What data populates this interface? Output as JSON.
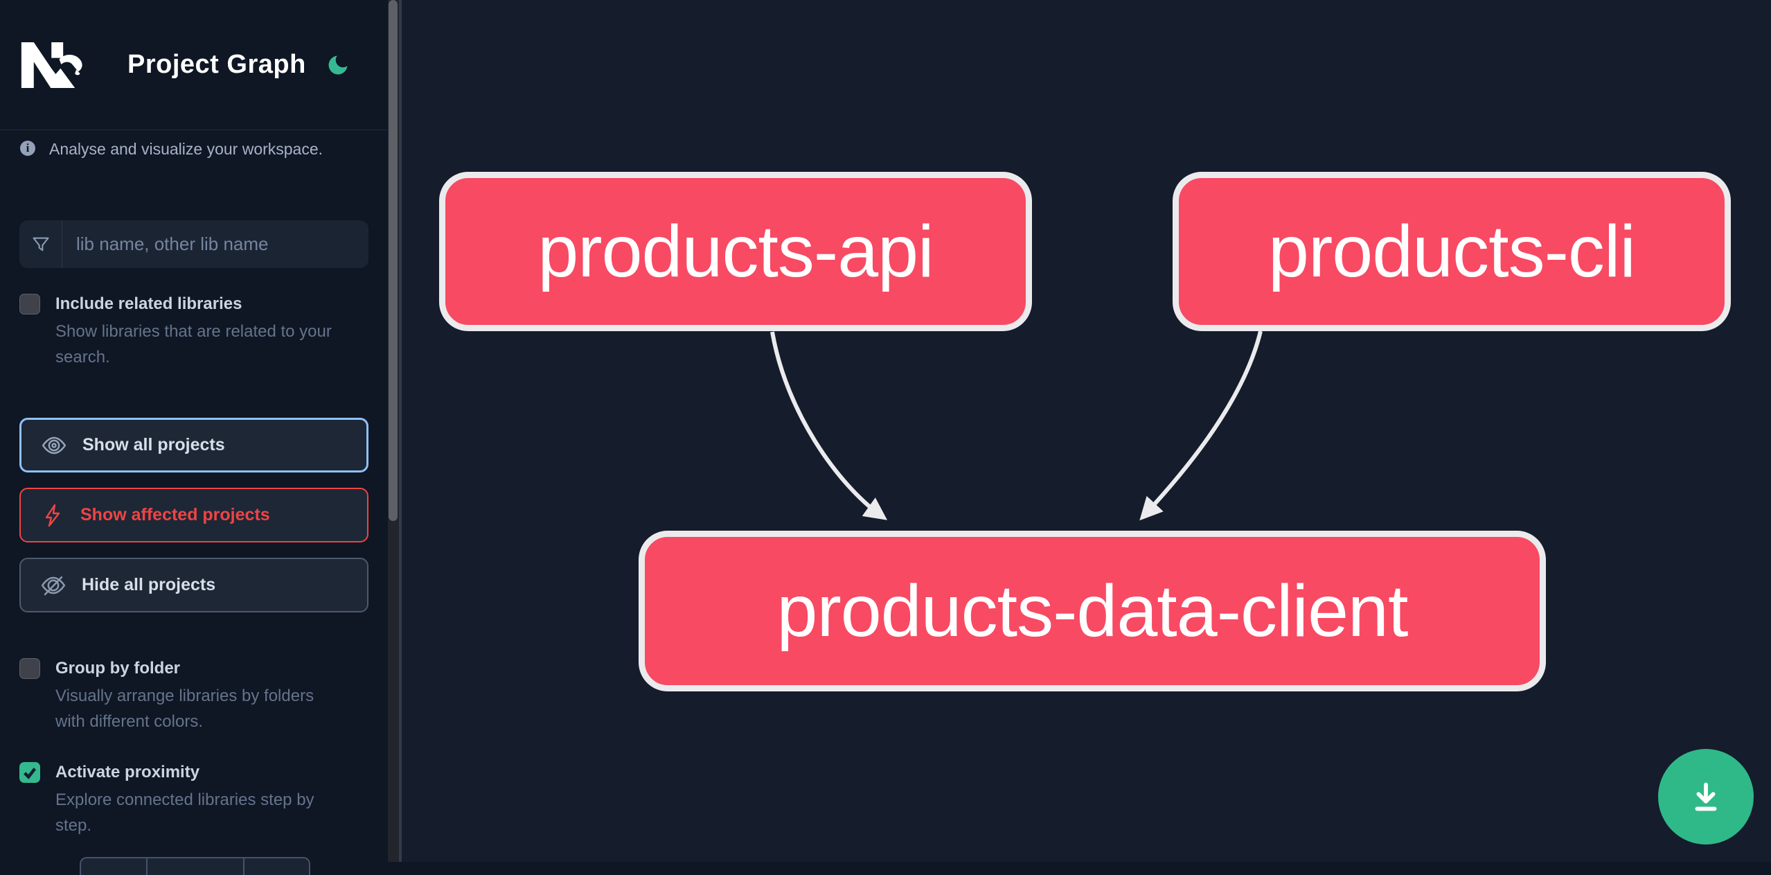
{
  "header": {
    "title": "Project Graph",
    "logo_icon": "nx-logo",
    "theme_icon": "moon-icon"
  },
  "sidebar": {
    "info": {
      "icon": "info-icon",
      "text": "Analyse and visualize your workspace."
    },
    "search": {
      "icon": "filter-icon",
      "placeholder": "lib name, other lib name",
      "value": ""
    },
    "toggles": [
      {
        "label": "Include related libraries",
        "description": "Show libraries that are related to your search.",
        "checked": false
      },
      {
        "label": "Group by folder",
        "description": "Visually arrange libraries by folders with different colors.",
        "checked": false
      },
      {
        "label": "Activate proximity",
        "description": "Explore connected libraries step by step.",
        "checked": true
      }
    ],
    "buttons": [
      {
        "label": "Show all projects",
        "icon": "eye-icon",
        "variant": "blue"
      },
      {
        "label": "Show affected projects",
        "icon": "bolt-icon",
        "variant": "red"
      },
      {
        "label": "Hide all projects",
        "icon": "eye-off-icon",
        "variant": "gray"
      }
    ]
  },
  "graph": {
    "nodes": [
      {
        "label": "products-api"
      },
      {
        "label": "products-cli"
      },
      {
        "label": "products-data-client"
      }
    ],
    "edges": [
      {
        "from": "products-api",
        "to": "products-data-client"
      },
      {
        "from": "products-cli",
        "to": "products-data-client"
      }
    ]
  },
  "fab": {
    "icon": "download-icon"
  },
  "colors": {
    "sidebar_bg": "#0f1624",
    "graph_bg": "#151c2c",
    "node_fill": "#f84a63",
    "node_border": "#ebebee",
    "edge": "#ebebee",
    "accent_green": "#34b98e",
    "accent_blue": "#90c1f6",
    "accent_red": "#ef4444"
  }
}
